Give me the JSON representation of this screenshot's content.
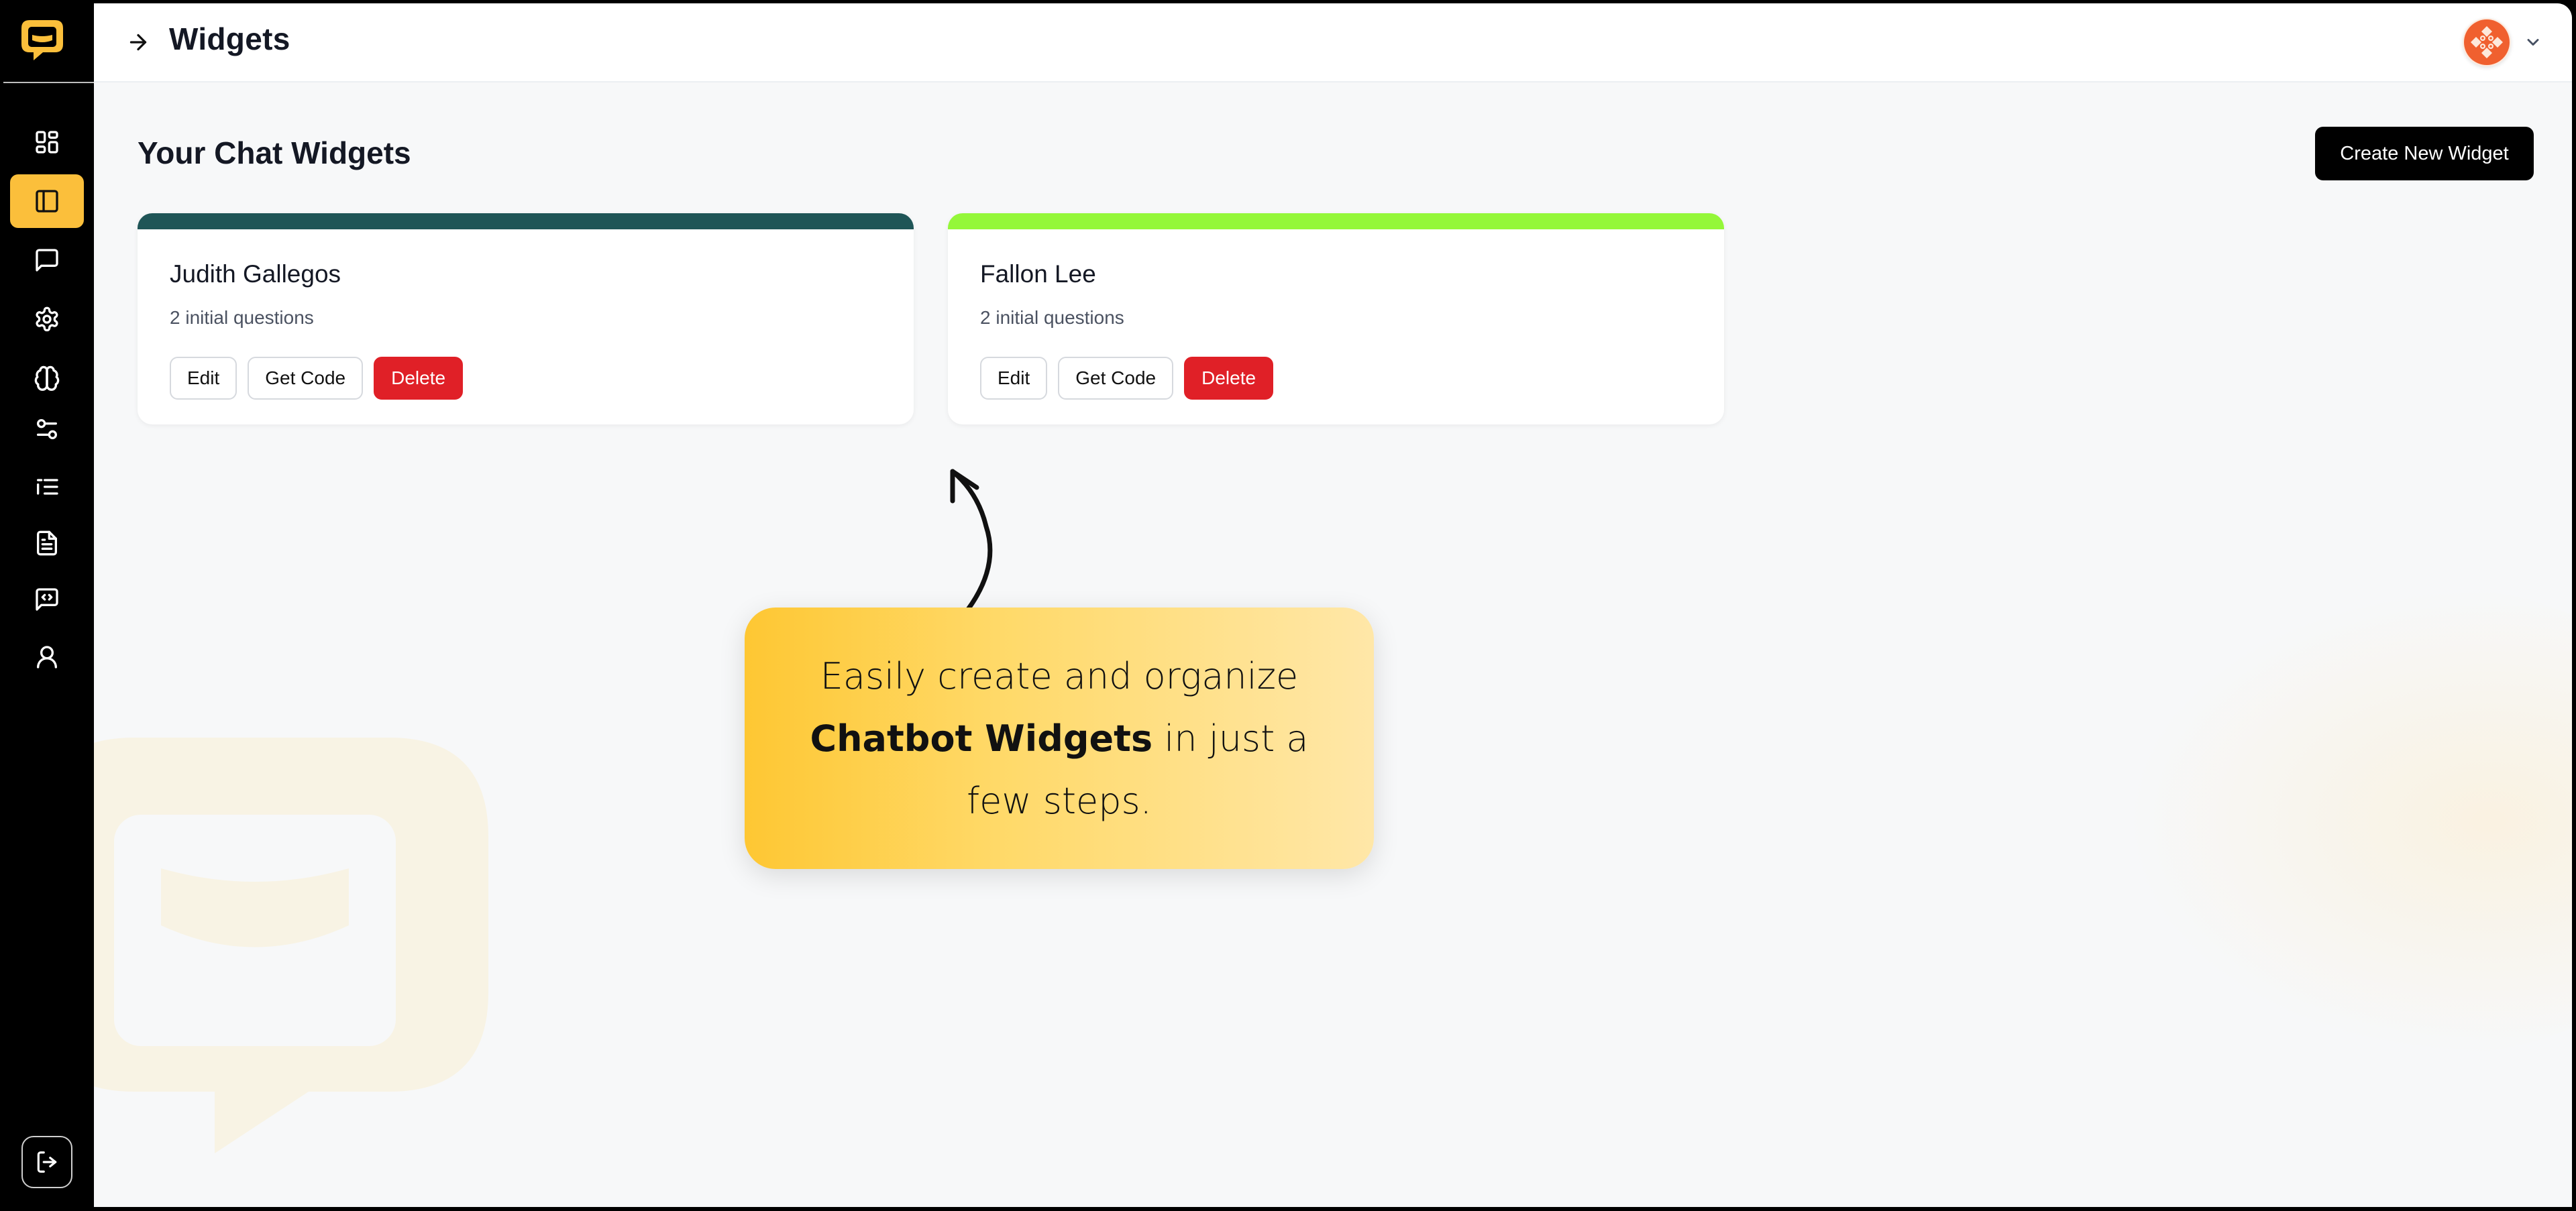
{
  "app": {
    "logo": "chat-bubble-logo",
    "brand_color": "#fbbf3b"
  },
  "sidebar": {
    "active_index": 1,
    "items": [
      {
        "id": "dashboard",
        "icon": "grid-icon"
      },
      {
        "id": "widgets",
        "icon": "panel-icon"
      },
      {
        "id": "chats",
        "icon": "chat-icon"
      },
      {
        "id": "settings",
        "icon": "gear-icon"
      },
      {
        "id": "ai-brain",
        "icon": "brain-icon"
      },
      {
        "id": "integrations",
        "icon": "sliders-icon"
      },
      {
        "id": "list",
        "icon": "list-icon"
      },
      {
        "id": "documents",
        "icon": "document-icon"
      },
      {
        "id": "embed",
        "icon": "code-chat-icon"
      },
      {
        "id": "profile",
        "icon": "user-icon"
      }
    ],
    "logout_icon": "logout-icon"
  },
  "header": {
    "back_icon": "arrow-right-icon",
    "title": "Widgets",
    "avatar_icon": "avatar",
    "avatar_dropdown_icon": "chevron-down-icon"
  },
  "main": {
    "heading": "Your Chat Widgets",
    "create_button": "Create New Widget",
    "widgets": [
      {
        "name": "Judith Gallegos",
        "subtitle": "2 initial questions",
        "accent_color": "#1f5557",
        "actions": {
          "edit": "Edit",
          "get_code": "Get Code",
          "delete": "Delete"
        }
      },
      {
        "name": "Fallon Lee",
        "subtitle": "2 initial questions",
        "accent_color": "#94f739",
        "actions": {
          "edit": "Edit",
          "get_code": "Get Code",
          "delete": "Delete"
        }
      }
    ]
  },
  "callout": {
    "line_prefix": "Easily create and organize",
    "bold": "Chatbot Widgets",
    "line_suffix": "in just a few steps."
  }
}
